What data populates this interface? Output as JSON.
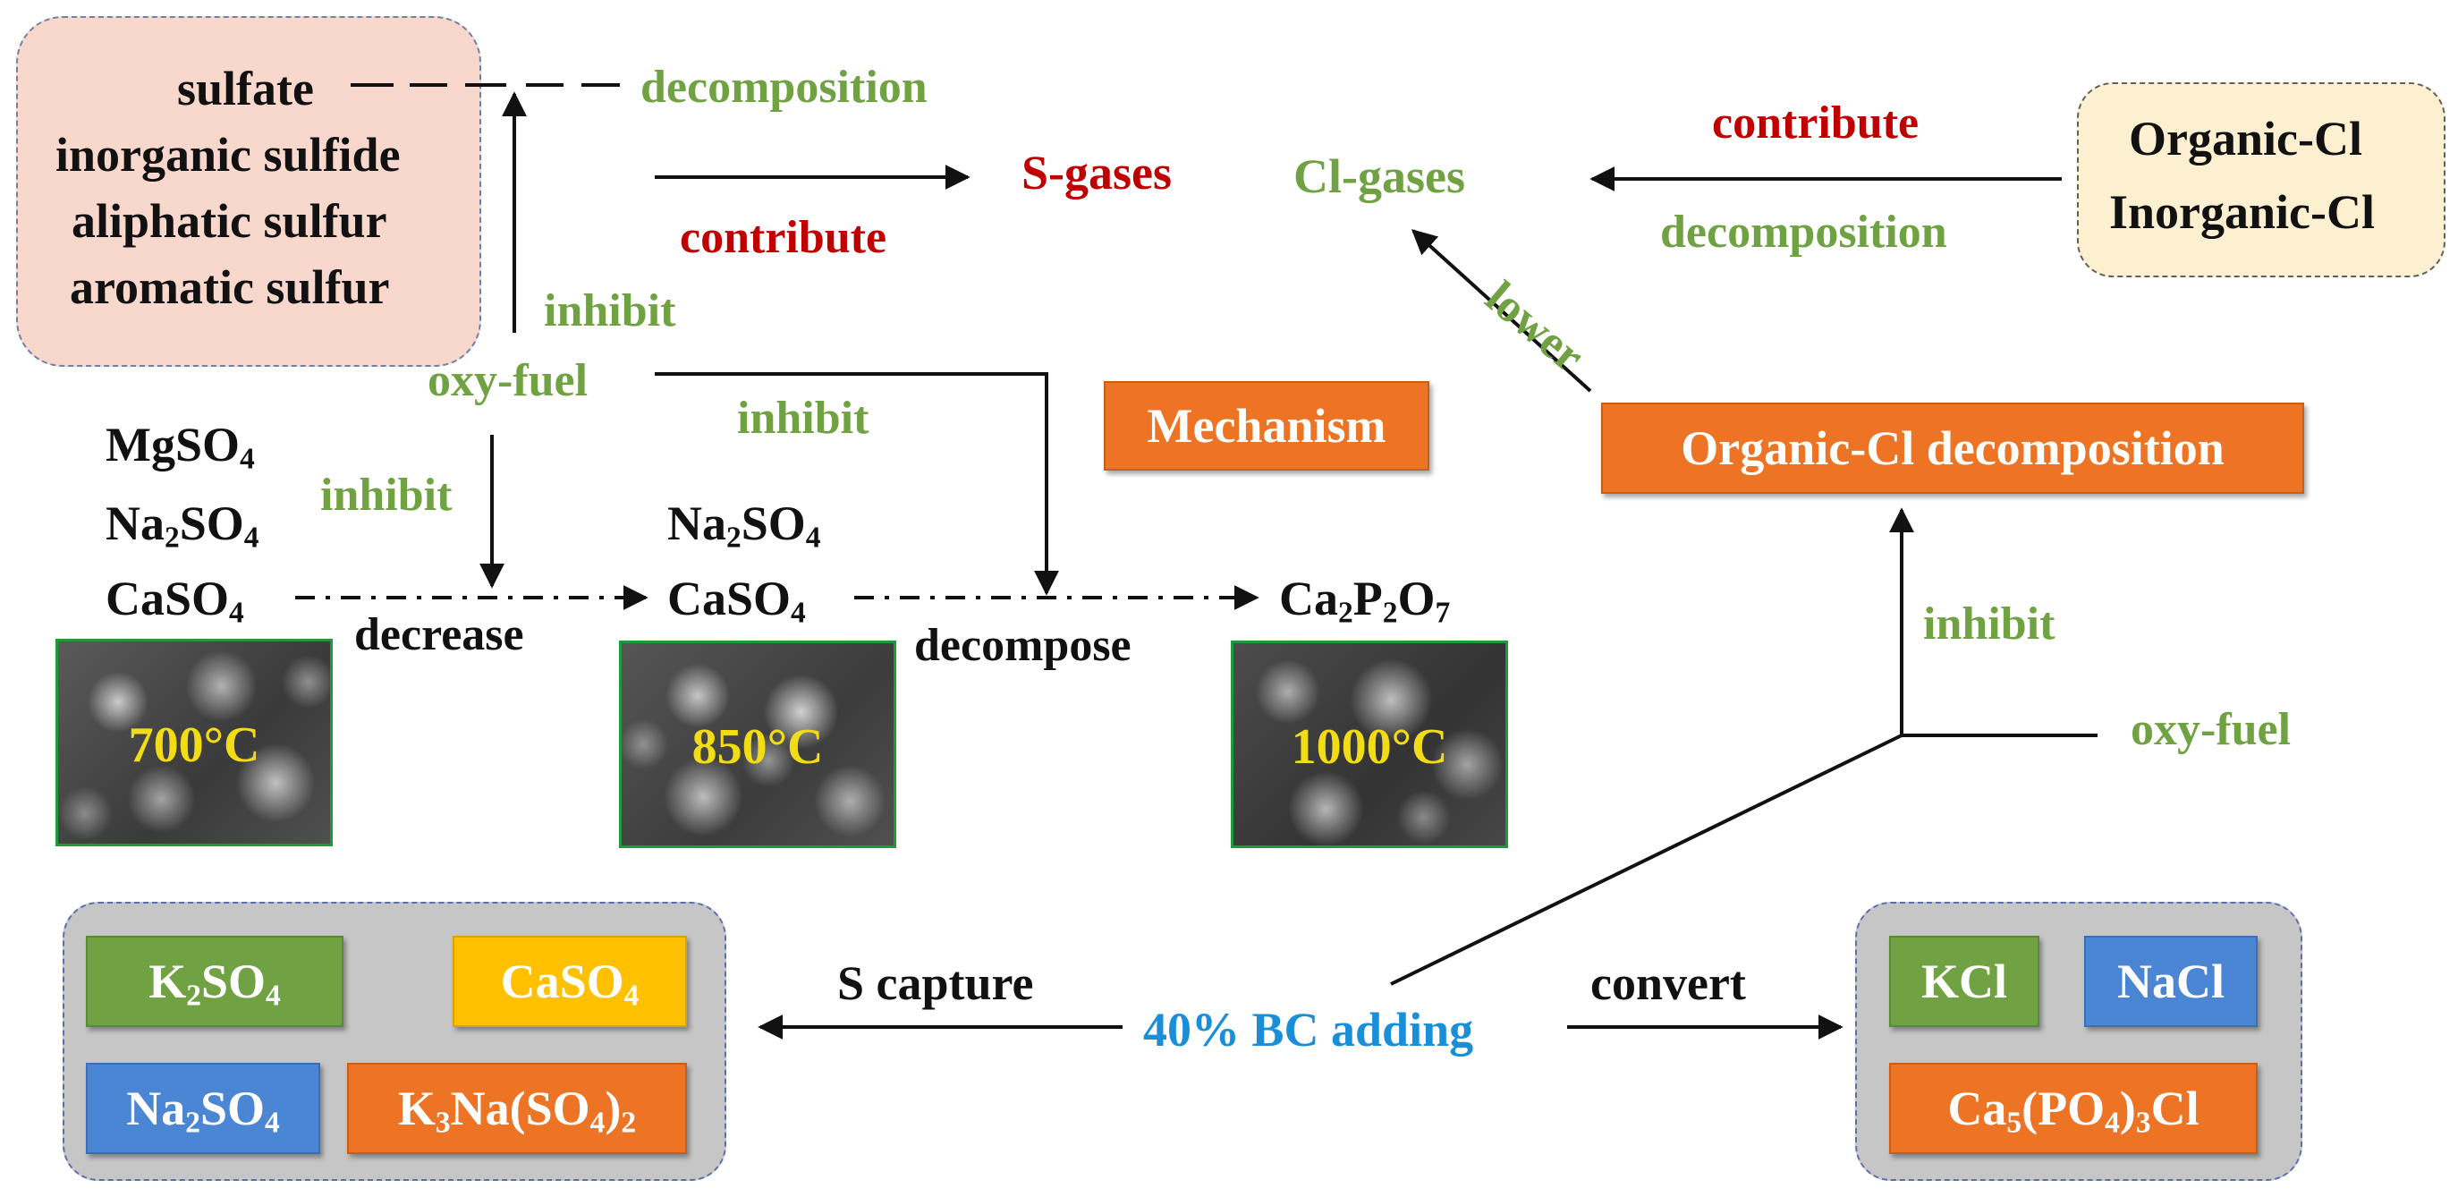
{
  "sulfur_box": {
    "items": [
      "sulfate",
      "inorganic sulfide",
      "aliphatic sulfur",
      "aromatic sulfur"
    ]
  },
  "chlorine_box": {
    "items": [
      "Organic-Cl",
      "Inorganic-Cl"
    ]
  },
  "labels": {
    "decomposition_s": "decomposition",
    "s_gases": "S-gases",
    "contribute_s": "contribute",
    "cl_gases": "Cl-gases",
    "contribute_cl": "contribute",
    "decomposition_cl": "decomposition",
    "lower": "lower",
    "inhibit_top": "inhibit",
    "oxy_fuel_left": "oxy-fuel",
    "inhibit_mid": "inhibit",
    "inhibit_left": "inhibit",
    "decrease": "decrease",
    "decompose": "decompose",
    "inhibit_right": "inhibit",
    "oxy_fuel_right": "oxy-fuel",
    "s_capture": "S capture",
    "bc_adding": "40% BC adding",
    "convert": "convert"
  },
  "boxes": {
    "mechanism": "Mechanism",
    "organic_cl_decomposition": "Organic-Cl decomposition"
  },
  "sulfates_700": {
    "mg": {
      "a": "MgSO",
      "b": "4"
    },
    "na": {
      "a": "Na",
      "b": "2",
      "c": "SO",
      "d": "4"
    },
    "ca": {
      "a": "CaSO",
      "b": "4"
    }
  },
  "sulfates_850": {
    "na": {
      "a": "Na",
      "b": "2",
      "c": "SO",
      "d": "4"
    },
    "ca": {
      "a": "CaSO",
      "b": "4"
    }
  },
  "phosphate_1000": {
    "a": "Ca",
    "b": "2",
    "c": "P",
    "d": "2",
    "e": "O",
    "f": "7"
  },
  "sem_images": [
    {
      "temp": "700°C"
    },
    {
      "temp": "850°C"
    },
    {
      "temp": "1000°C"
    }
  ],
  "s_capture_products": {
    "k2so4": {
      "a": "K",
      "b": "2",
      "c": "SO",
      "d": "4"
    },
    "caso4": {
      "a": "CaSO",
      "b": "4"
    },
    "na2so4": {
      "a": "Na",
      "b": "2",
      "c": "SO",
      "d": "4"
    },
    "k3na": {
      "a": "K",
      "b": "3",
      "c": "Na(SO",
      "d": "4",
      "e": ")",
      "f": "2"
    }
  },
  "cl_products": {
    "kcl": "KCl",
    "nacl": "NaCl",
    "apatite": {
      "a": "Ca",
      "b": "5",
      "c": "(PO",
      "d": "4",
      "e": ")",
      "f": "3",
      "g": "Cl"
    }
  },
  "colors": {
    "green_text": "#70a243",
    "red_text": "#c00000",
    "blue_text": "#1a8fd9",
    "orange_box": "#ec7424",
    "green_box": "#70a243",
    "gold_box": "#ffc000",
    "blue_box": "#4a86d4",
    "sem_temp_label": "#f2dc15"
  }
}
